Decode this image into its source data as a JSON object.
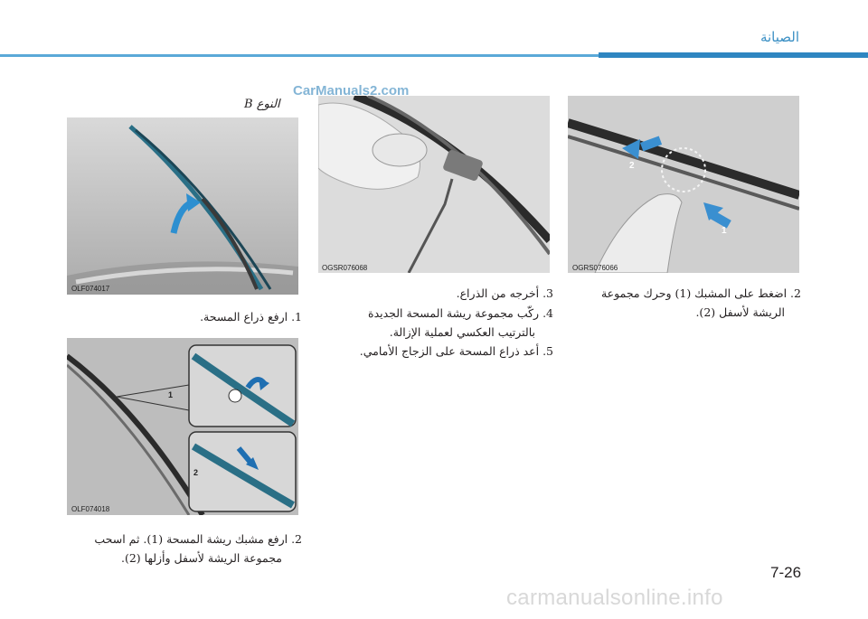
{
  "header": {
    "title": "الصيانة"
  },
  "watermark_top": "CarManuals2.com",
  "type_label": "النوع B",
  "figures": [
    {
      "code": "OLF074017"
    },
    {
      "code": "OLF074018"
    },
    {
      "code": "OGSR076068"
    },
    {
      "code": "OGRS076066"
    }
  ],
  "callouts": {
    "one": "1",
    "two": "2"
  },
  "steps": {
    "s1": "1. ارفع ذراع المسحة.",
    "s2a": "2. ارفع مشبك ريشة المسحة (1). ثم اسحب",
    "s2b": "مجموعة الريشة لأسفل وأزلها (2).",
    "s3": "3. أخرجه من الذراع.",
    "s4a": "4. ركّب مجموعة ريشة المسحة الجديدة",
    "s4b": "بالترتيب العكسي لعملية الإزالة.",
    "s5": "5. أعد ذراع المسحة على الزجاج الأمامي.",
    "r2a": "2. اضغط على المشبك (1) وحرك مجموعة",
    "r2b": "الريشة لأسفل (2)."
  },
  "page_number": "7-26",
  "watermark_bottom": "carmanualsonline.info"
}
